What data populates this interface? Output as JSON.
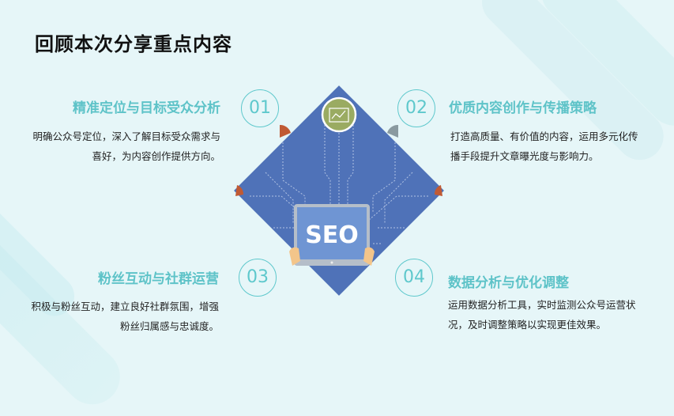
{
  "title": "回顾本次分享重点内容",
  "items": [
    {
      "number": "01",
      "heading": "精准定位与目标受众分析",
      "desc_line1": "明确公众号定位，深入了解目标受众需求与",
      "desc_line2": "喜好，为内容创作提供方向。"
    },
    {
      "number": "02",
      "heading": "优质内容创作与传播策略",
      "desc_line1": "打造高质量、有价值的内容，运用多元化传",
      "desc_line2": "播手段提升文章曝光度与影响力。"
    },
    {
      "number": "03",
      "heading": "粉丝互动与社群运营",
      "desc_line1": "积极与粉丝互动，建立良好社群氛围，增强",
      "desc_line2": "粉丝归属感与忠诚度。"
    },
    {
      "number": "04",
      "heading": "数据分析与优化调整",
      "desc_line1": "运用数据分析工具，实时监测公众号运营状",
      "desc_line2": "况，及时调整策略以实现更佳效果。"
    }
  ],
  "illustration": {
    "screen_text": "SEO"
  },
  "colors": {
    "accent": "#5ec3c8",
    "diamond": "#4f72b8",
    "background": "#e6f6f8"
  }
}
